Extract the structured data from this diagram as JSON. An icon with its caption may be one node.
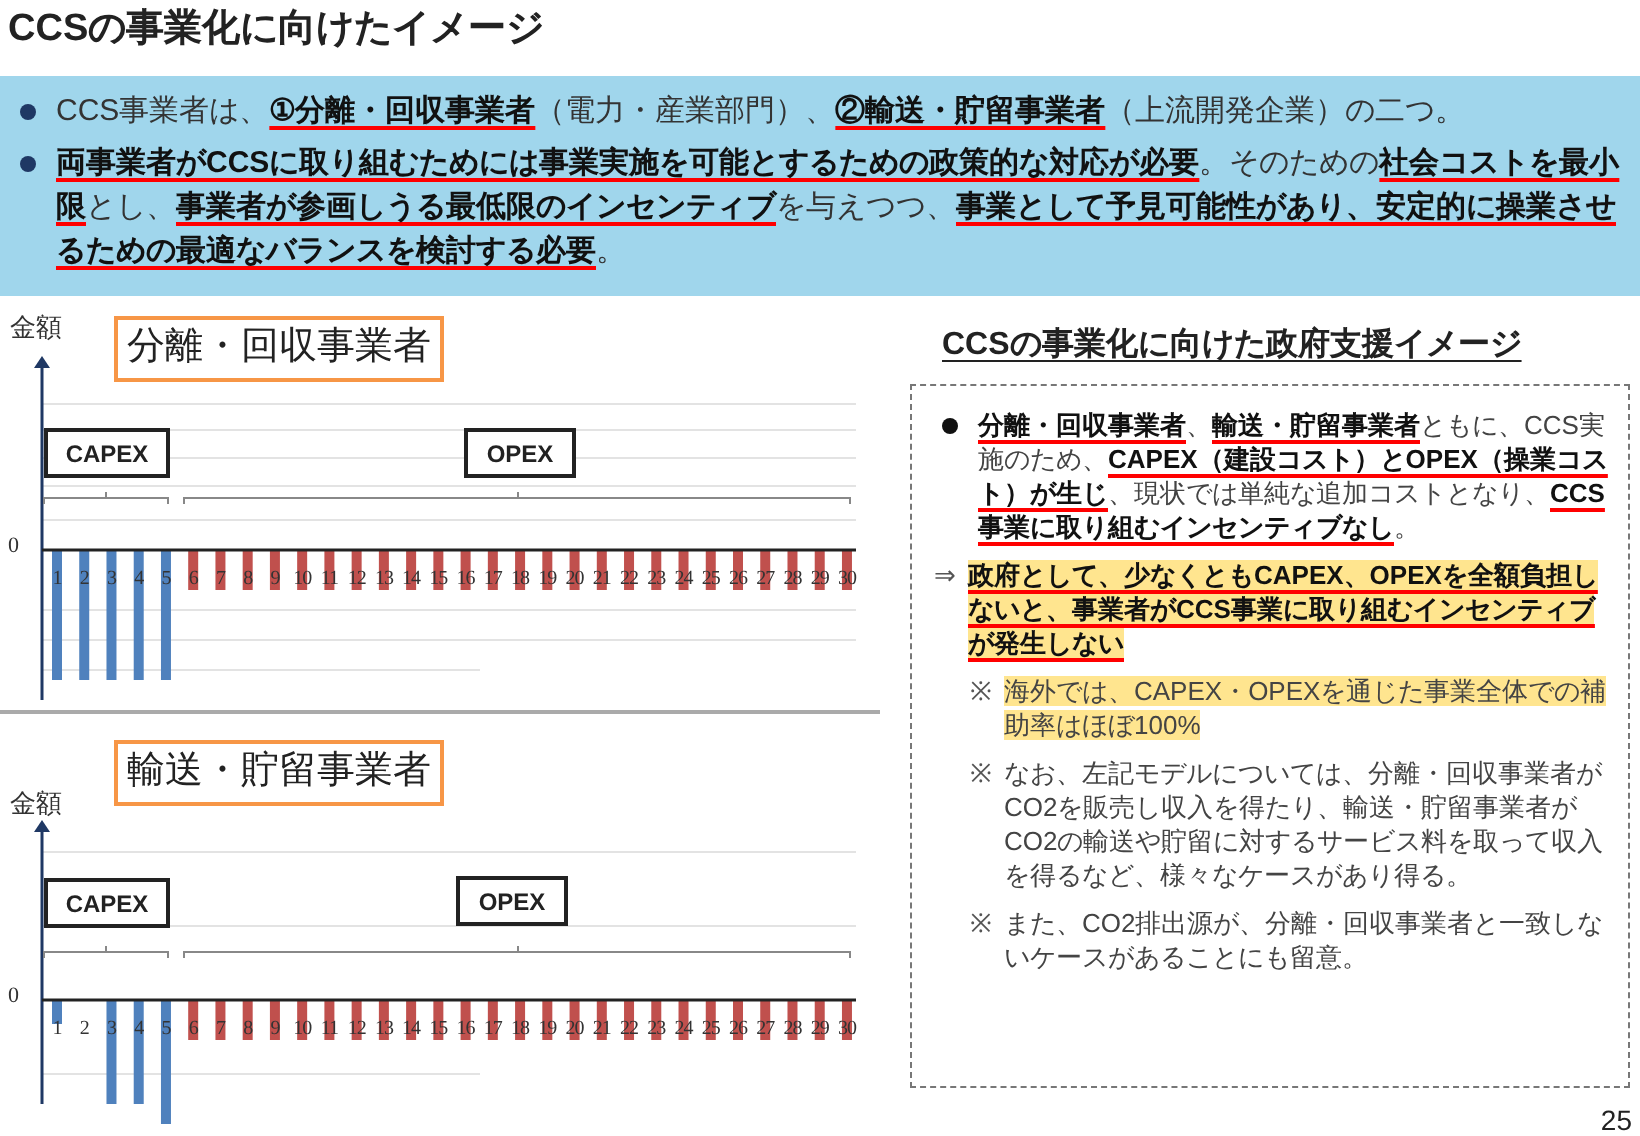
{
  "diagram": {
    "title": "CCSの事業化に向けたイメージ",
    "nodes": [
      {
        "text": [
          "CCS事業者は、**①分離・回収事業者**（電力・産業部門）、**②輸送・貯留事業者**（上流開発企業）の二つ。",
          "**両事業者がCCSに取り組むためには事業実施を可能とするための政策的な対応が必要**。そのための**社会コストを最小限**とし、**事業者が参画しうる最低限のインセンティブ**を与えつつ、**事業として予見可能性があり、安定的に操業させるための最適なバランスを検討する必要**。"
        ]
      },
      {
        "text": [
          "分離・回収事業者"
        ]
      },
      {
        "text": [
          "CAPEX"
        ]
      },
      {
        "text": [
          "OPEX"
        ]
      },
      {
        "text": [
          "輸送・貯留事業者"
        ]
      },
      {
        "text": [
          "CAPEX"
        ]
      },
      {
        "text": [
          "OPEX"
        ]
      },
      {
        "text": [
          "CCSの事業化に向けた政府支援イメージ",
          "**分離・回収事業者**、**輸送・貯留事業者**ともに、CCS実施のため、**CAPEX（建設コスト）とOPEX（操業コスト）が生じ**、現状では単純な追加コストとなり、**CCS事業に取り組むインセンティブなし**。",
          "⇒",
          "政府として、少なくともCAPEX、OPEXを全額負担しないと、事業者がCCS事業に取り組むインセンティブが発生しない",
          "※",
          "海外では、CAPEX・OPEXを通じた事業全体での補助率はほぼ100%",
          "※",
          "なお、左記モデルについては、分離・回収事業者がCO2を販売し収入を得たり、輸送・貯留事業者がCO2の輸送や貯留に対するサービス料を取って収入を得るなど、様々なケースがあり得る。",
          "※",
          "また、CO2排出源が、分離・回収事業者と一致しないケースがあることにも留意。"
        ]
      }
    ],
    "labels": [
      "金額",
      "0",
      "1",
      "2",
      "3",
      "4",
      "5",
      "6",
      "7",
      "8",
      "9",
      "10",
      "11",
      "12",
      "13",
      "14",
      "15",
      "16",
      "17",
      "18",
      "19",
      "20",
      "21",
      "22",
      "23",
      "24",
      "25",
      "26",
      "27",
      "28",
      "29",
      "30",
      "金額",
      "0",
      "1",
      "2",
      "3",
      "4",
      "5",
      "6",
      "7",
      "8",
      "9",
      "10",
      "11",
      "12",
      "13",
      "14",
      "15",
      "16",
      "17",
      "18",
      "19",
      "20",
      "21",
      "22",
      "23",
      "24",
      "25",
      "26",
      "27",
      "28",
      "29",
      "30",
      "25"
    ]
  }
}
